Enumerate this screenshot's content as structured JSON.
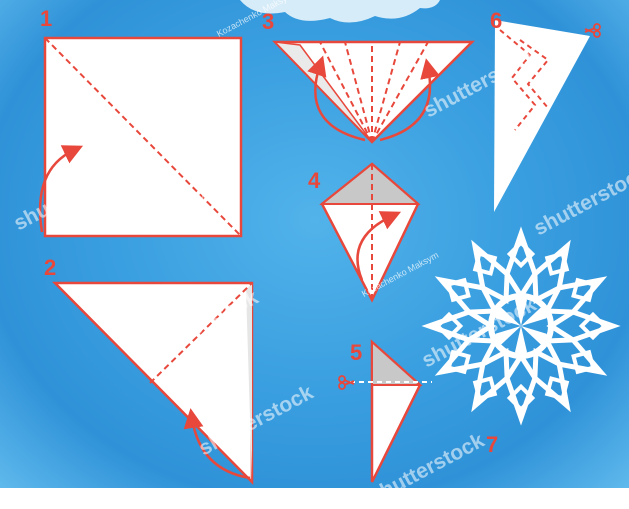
{
  "steps": [
    "1",
    "2",
    "3",
    "4",
    "5",
    "6",
    "7"
  ],
  "watermark": {
    "brand": "shutterstock",
    "credit": "Kozachenko Maksym"
  },
  "colors": {
    "background": "#3a9fe0",
    "paper": "#ffffff",
    "fold_line": "#e8483c",
    "shade": "#c8c8c8"
  },
  "icons": [
    "curved-arrow-icon",
    "scissors-icon",
    "snowflake-icon"
  ]
}
